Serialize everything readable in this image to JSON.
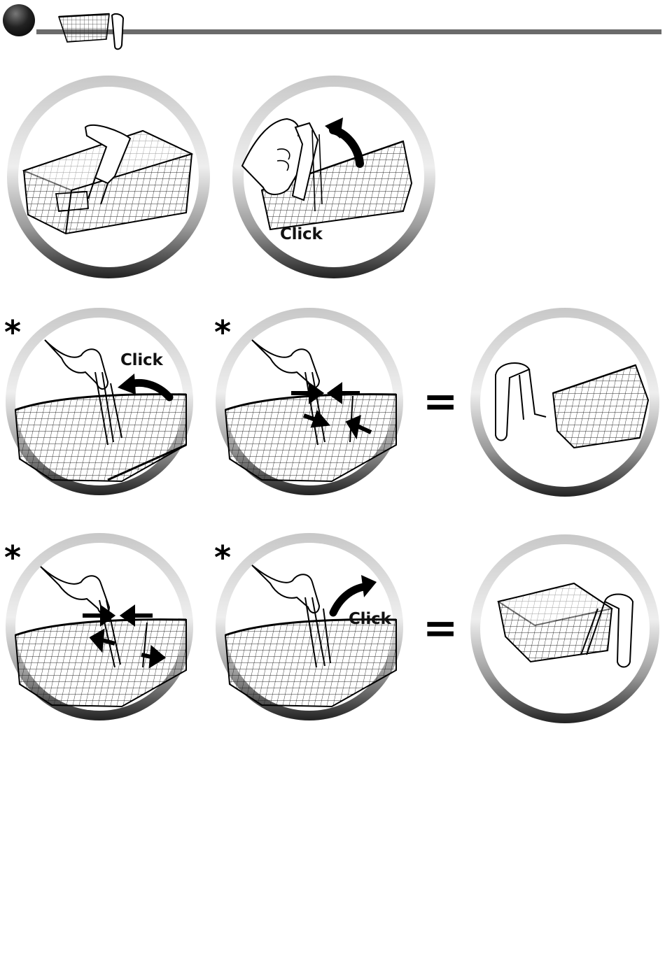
{
  "steps": {
    "row1": {
      "panel2_label": "Click"
    },
    "row2": {
      "marker_left": "*",
      "marker_mid": "*",
      "panel1_label": "Click",
      "equals": "="
    },
    "row3": {
      "marker_left": "*",
      "marker_mid": "*",
      "panel2_label": "Click",
      "equals": "="
    }
  },
  "colors": {
    "header_bar": "#6b6b6b",
    "ring_dark": "#333333",
    "ring_light": "#e6e6e6"
  },
  "icons": [
    "fryer-basket-icon",
    "section-bullet-icon",
    "arrow-icon",
    "hand-icon",
    "handle-icon"
  ]
}
